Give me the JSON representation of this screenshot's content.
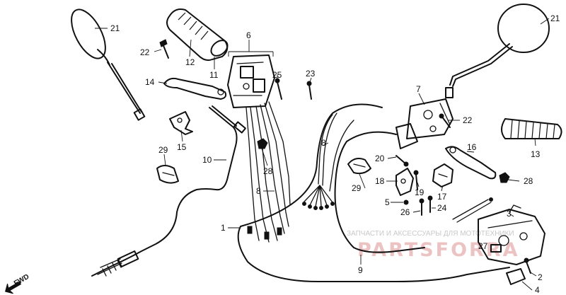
{
  "diagram": {
    "labels": [
      {
        "id": "p21a",
        "text": "21"
      },
      {
        "id": "p21b",
        "text": "21"
      },
      {
        "id": "p22a",
        "text": "22"
      },
      {
        "id": "p22b",
        "text": "22"
      },
      {
        "id": "p12",
        "text": "12"
      },
      {
        "id": "p11",
        "text": "11"
      },
      {
        "id": "p6",
        "text": "6"
      },
      {
        "id": "p25",
        "text": "25"
      },
      {
        "id": "p23",
        "text": "23"
      },
      {
        "id": "p14",
        "text": "14"
      },
      {
        "id": "p15",
        "text": "15"
      },
      {
        "id": "p29a",
        "text": "29"
      },
      {
        "id": "p29b",
        "text": "29"
      },
      {
        "id": "p10",
        "text": "10"
      },
      {
        "id": "p28a",
        "text": "28"
      },
      {
        "id": "p28b",
        "text": "28"
      },
      {
        "id": "p8a",
        "text": "8"
      },
      {
        "id": "p8b",
        "text": "8"
      },
      {
        "id": "p7",
        "text": "7"
      },
      {
        "id": "p20",
        "text": "20"
      },
      {
        "id": "p16",
        "text": "16"
      },
      {
        "id": "p13",
        "text": "13"
      },
      {
        "id": "p18",
        "text": "18"
      },
      {
        "id": "p19",
        "text": "19"
      },
      {
        "id": "p17",
        "text": "17"
      },
      {
        "id": "p5",
        "text": "5"
      },
      {
        "id": "p26",
        "text": "26"
      },
      {
        "id": "p24",
        "text": "24"
      },
      {
        "id": "p1",
        "text": "1"
      },
      {
        "id": "p9",
        "text": "9"
      },
      {
        "id": "p3",
        "text": "3"
      },
      {
        "id": "p27",
        "text": "27"
      },
      {
        "id": "p2",
        "text": "2"
      },
      {
        "id": "p4",
        "text": "4"
      }
    ],
    "fwd_marker": "FWD",
    "watermark_small": "ЗАПЧАСТИ И АКСЕССУАРЫ ДЛЯ МОТОТЕХНИКИ",
    "watermark_large": "PARTSFORRA"
  }
}
